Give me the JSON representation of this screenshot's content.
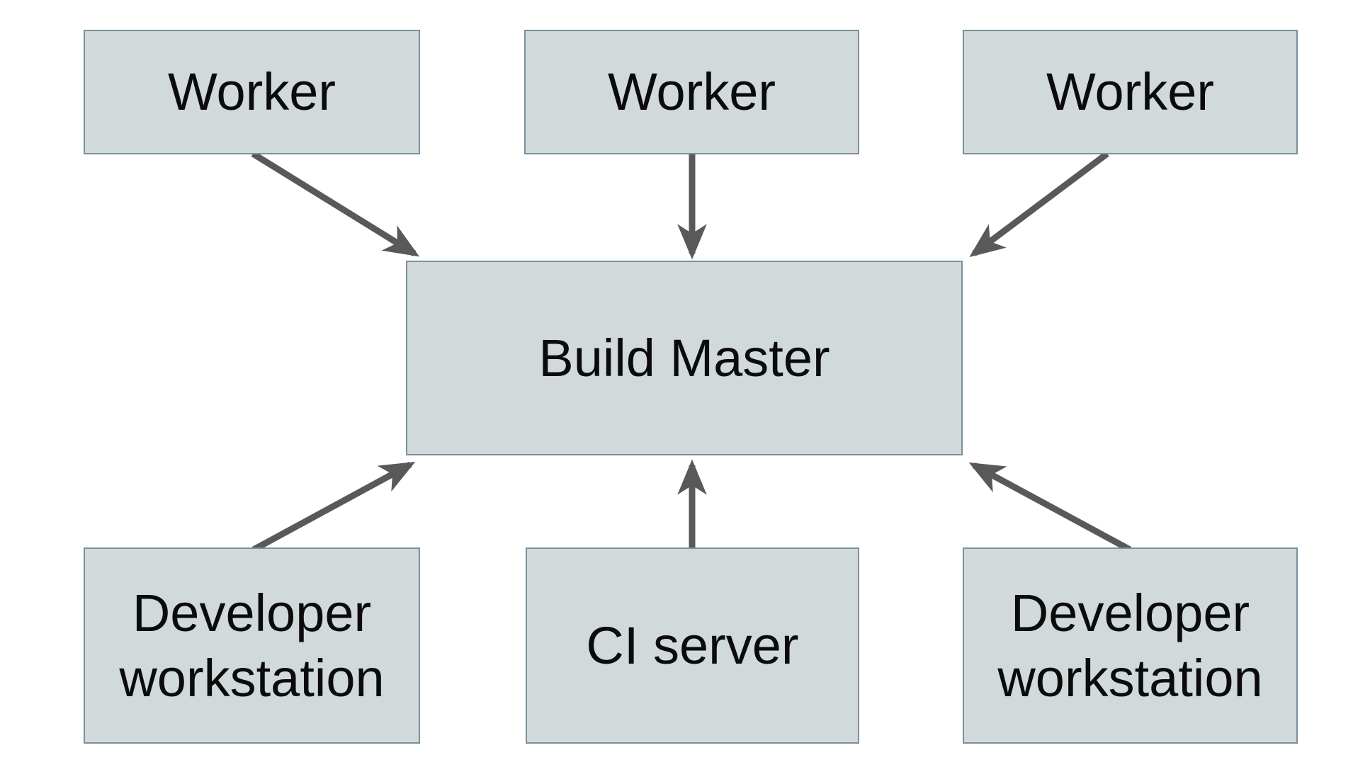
{
  "diagram": {
    "nodes": {
      "worker_top_left": {
        "label": "Worker"
      },
      "worker_top_center": {
        "label": "Worker"
      },
      "worker_top_right": {
        "label": "Worker"
      },
      "build_master": {
        "label": "Build Master"
      },
      "developer_workstation_left": {
        "label": "Developer workstation"
      },
      "ci_server": {
        "label": "CI server"
      },
      "developer_workstation_right": {
        "label": "Developer workstation"
      }
    },
    "edges": [
      {
        "from": "worker_top_left",
        "to": "build_master"
      },
      {
        "from": "worker_top_center",
        "to": "build_master"
      },
      {
        "from": "worker_top_right",
        "to": "build_master"
      },
      {
        "from": "developer_workstation_left",
        "to": "build_master"
      },
      {
        "from": "ci_server",
        "to": "build_master"
      },
      {
        "from": "developer_workstation_right",
        "to": "build_master"
      }
    ]
  },
  "colors": {
    "canvas_bg": "#ffffff",
    "node_fill": "#d1d9db",
    "node_border": "#7b919b",
    "arrow": "#595959",
    "label": "#0b0b0b"
  }
}
